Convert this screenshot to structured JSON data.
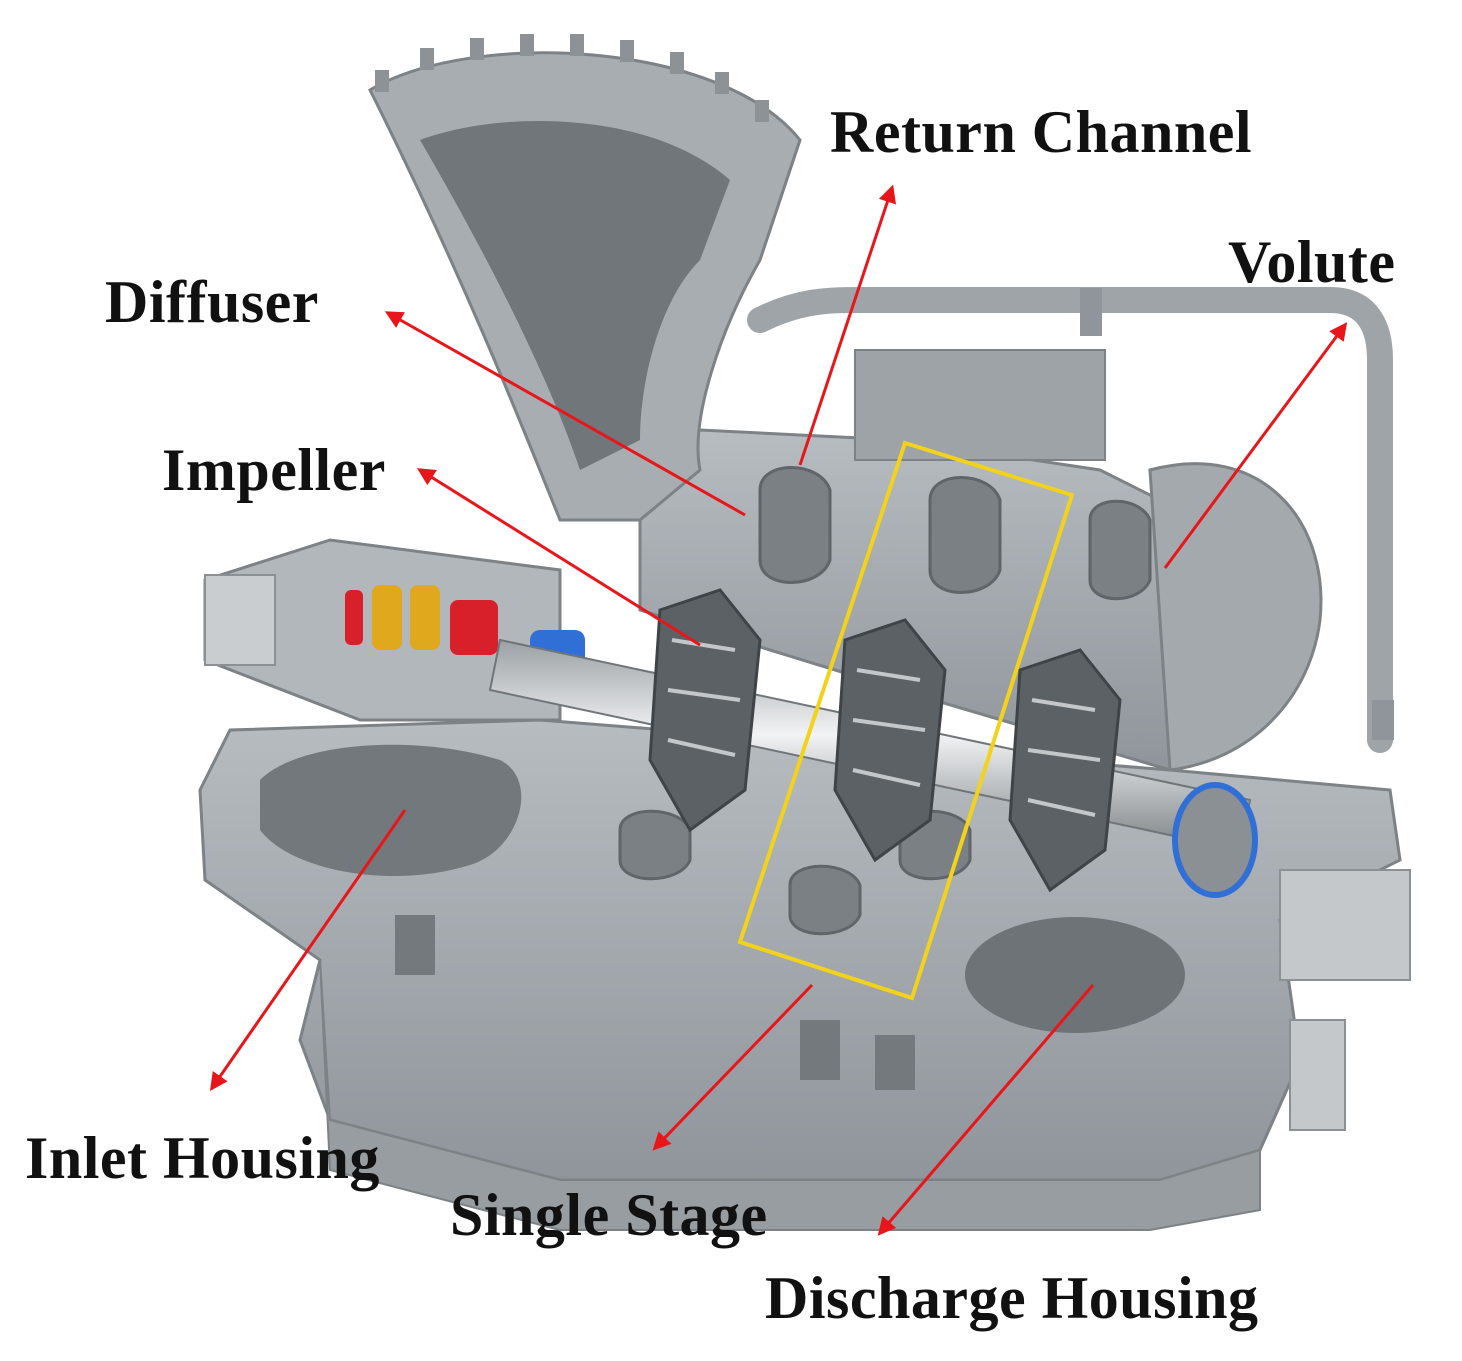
{
  "colors": {
    "background": "#ffffff",
    "housing": "#a9afb3",
    "housing_dark": "#868c90",
    "cavity": "#6f7579",
    "shaft": "#d9dcde",
    "arrow": "#e8161b",
    "stage_box": "#f2d21a",
    "coupling_blue": "#2f6fd6",
    "coupling_red": "#d8202a",
    "coupling_yellow": "#e0a81c",
    "label_text": "#111111"
  },
  "labels": {
    "return_channel": "Return Channel",
    "volute": "Volute",
    "diffuser": "Diffuser",
    "impeller": "Impeller",
    "inlet_housing": "Inlet Housing",
    "single_stage": "Single Stage",
    "discharge_housing": "Discharge Housing"
  }
}
